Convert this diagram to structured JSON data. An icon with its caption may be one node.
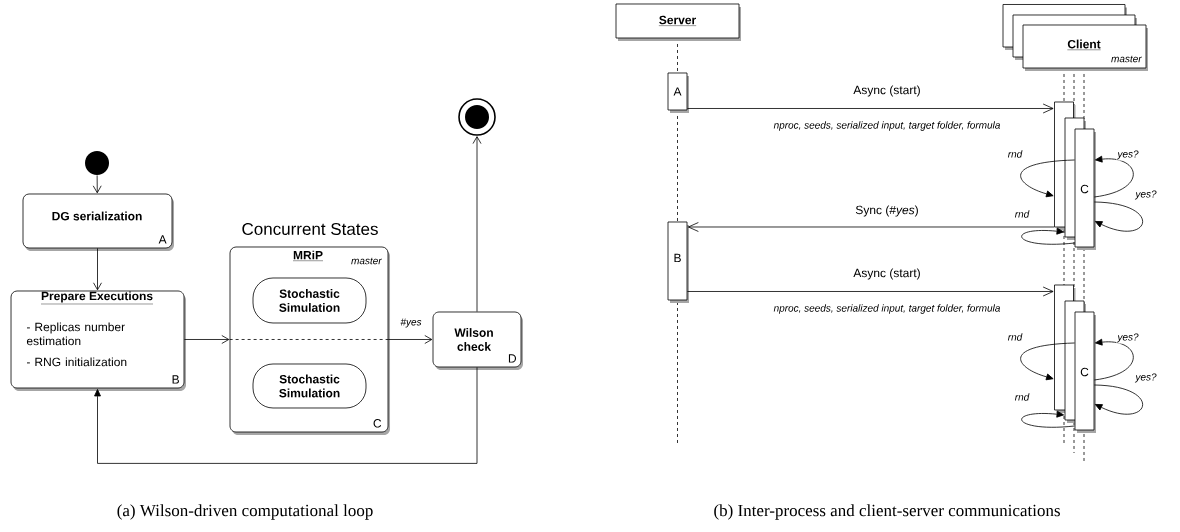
{
  "diagram": {
    "nodes": [
      {
        "text": [],
        "shape": "circle"
      },
      {
        "text": [
          "DG serialization",
          "A"
        ]
      },
      {
        "text": [
          "Prepare Executions",
          "- Replicas number estimation",
          "- RNG initialization",
          "B"
        ]
      },
      {
        "text": [
          "Concurrent States",
          "MRiP",
          "master",
          "C"
        ]
      },
      {
        "text": [
          "Stochastic Simulation"
        ],
        "in": 3
      },
      {
        "text": [
          "Stochastic Simulation"
        ],
        "in": 3
      },
      {
        "text": [
          "Wilson check",
          "D"
        ]
      },
      {
        "text": [],
        "shape": "circle"
      },
      {
        "text": [
          "Server"
        ]
      },
      {
        "text": [
          "A"
        ]
      },
      {
        "text": [
          "B"
        ]
      },
      {
        "text": [
          "Client",
          "master"
        ]
      },
      {
        "text": [],
        "shape": "bar"
      },
      {
        "text": [],
        "shape": "bar"
      },
      {
        "text": [
          "C"
        ]
      },
      {
        "text": [],
        "shape": "bar"
      },
      {
        "text": [],
        "shape": "bar"
      },
      {
        "text": [
          "C"
        ]
      }
    ],
    "edges": [
      {
        "from": 0,
        "to": 1,
        "arrow": "to"
      },
      {
        "from": 1,
        "to": 2,
        "arrow": "to"
      },
      {
        "from": 2,
        "to": 3,
        "arrow": "to"
      },
      {
        "from": 3,
        "to": 6,
        "arrow": "to",
        "label": "#yes"
      },
      {
        "from": 6,
        "to": 7,
        "arrow": "to"
      },
      {
        "from": 6,
        "to": 2,
        "arrow": "to"
      },
      {
        "from": 9,
        "to": 12,
        "arrow": "to",
        "label": "Async (start)"
      },
      {
        "from": 14,
        "to": 12,
        "arrow": "to",
        "label": "rnd"
      },
      {
        "from": 14,
        "to": 13,
        "arrow": "to",
        "label": "rnd"
      },
      {
        "from": 14,
        "to": 14,
        "arrow": "to",
        "label": "yes?"
      },
      {
        "from": 14,
        "to": 14,
        "arrow": "to",
        "label": "yes?"
      },
      {
        "from": 12,
        "to": 10,
        "arrow": "to",
        "label": "Sync (#*yes*)"
      },
      {
        "from": 10,
        "to": 15,
        "arrow": "to",
        "label": "Async (start)"
      },
      {
        "from": 17,
        "to": 15,
        "arrow": "to",
        "label": "rnd"
      },
      {
        "from": 17,
        "to": 16,
        "arrow": "to",
        "label": "rnd"
      },
      {
        "from": 17,
        "to": 17,
        "arrow": "to",
        "label": "yes?"
      },
      {
        "from": 17,
        "to": 17,
        "arrow": "to",
        "label": "yes?"
      }
    ],
    "labels": [
      "nproc, seeds, serialized input, target folder, formula",
      "nproc, seeds, serialized input, target folder, formula",
      "(a) Wilson-driven computational loop",
      "(b) Inter-process and client-server communications"
    ]
  }
}
